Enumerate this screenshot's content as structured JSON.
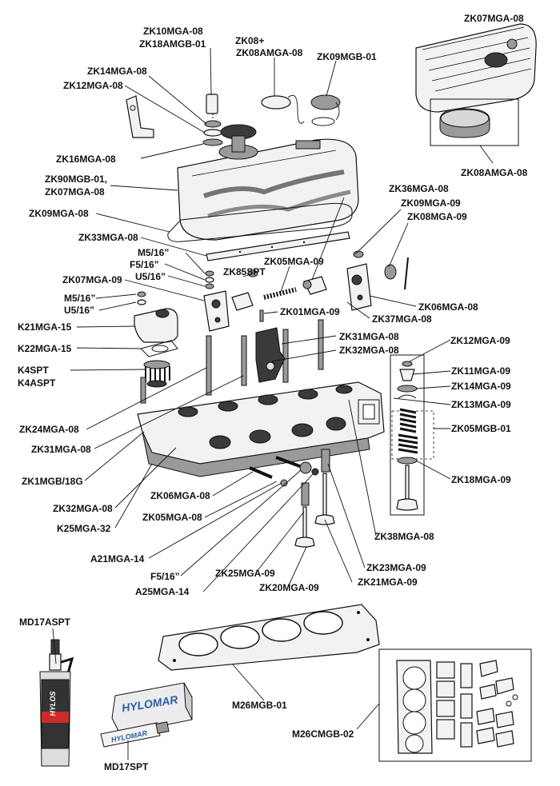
{
  "part_labels": {
    "zk10": "ZK10MGA-08",
    "zk18amgb": "ZK18AMGB-01",
    "zk08plus": "ZK08+",
    "zk08amga_top": "ZK08AMGA-08",
    "zk09mgb01": "ZK09MGB-01",
    "zk07mga08_top": "ZK07MGA-08",
    "zk14mga08": "ZK14MGA-08",
    "zk12mga08": "ZK12MGA-08",
    "zk16mga08": "ZK16MGA-08",
    "zk90mgb01": "ZK90MGB-01,",
    "zk07mga08_b": "ZK07MGA-08",
    "zk08amga_box": "ZK08AMGA-08",
    "zk36mga08": "ZK36MGA-08",
    "zk09mga09": "ZK09MGA-09",
    "zk08mga09": "ZK08MGA-09",
    "zk09mga08": "ZK09MGA-08",
    "zk33mga08": "ZK33MGA-08",
    "m5_a": "M5/16”",
    "f5_a": "F5/16”",
    "u5_a": "U5/16”",
    "zk05mga09": "ZK05MGA-09",
    "zk85spt": "ZK85SPT",
    "zk07mga09": "ZK07MGA-09",
    "m5_b": "M5/16”",
    "u5_b": "U5/16”",
    "zk01mga09": "ZK01MGA-09",
    "zk06mga08_r": "ZK06MGA-08",
    "zk37mga08": "ZK37MGA-08",
    "k21mga15": "K21MGA-15",
    "zk31mga08_r": "ZK31MGA-08",
    "zk32mga08_r": "ZK32MGA-08",
    "zk12mga09": "ZK12MGA-09",
    "k22mga15": "K22MGA-15",
    "zk11mga09": "ZK11MGA-09",
    "k4spt": "K4SPT",
    "k4aspt": "K4ASPT",
    "zk14mga09": "ZK14MGA-09",
    "zk13mga09": "ZK13MGA-09",
    "zk24mga08": "ZK24MGA-08",
    "zk05mgb01": "ZK05MGB-01",
    "zk31mga08_l": "ZK31MGA-08",
    "zk1mgb18g": "ZK1MGB/18G",
    "zk18mga09": "ZK18MGA-09",
    "zk06mga08_l": "ZK06MGA-08",
    "zk32mga08_l": "ZK32MGA-08",
    "zk05mga08": "ZK05MGA-08",
    "k25mga32": "K25MGA-32",
    "zk38mga08": "ZK38MGA-08",
    "a21mga14": "A21MGA-14",
    "zk23mga09": "ZK23MGA-09",
    "f5_b": "F5/16”",
    "zk25mga09": "ZK25MGA-09",
    "zk21mga09": "ZK21MGA-09",
    "a25mga14": "A25MGA-14",
    "zk20mga09": "ZK20MGA-09",
    "md17aspt": "MD17ASPT",
    "m26mgb01": "M26MGB-01",
    "m26cmgb02": "M26CMGB-02",
    "md17spt": "MD17SPT"
  },
  "product_text": {
    "hylomar_box": "HYLOMAR",
    "hylomar_tube": "HYLOMAR",
    "sealant_brand": "HYLOS"
  }
}
